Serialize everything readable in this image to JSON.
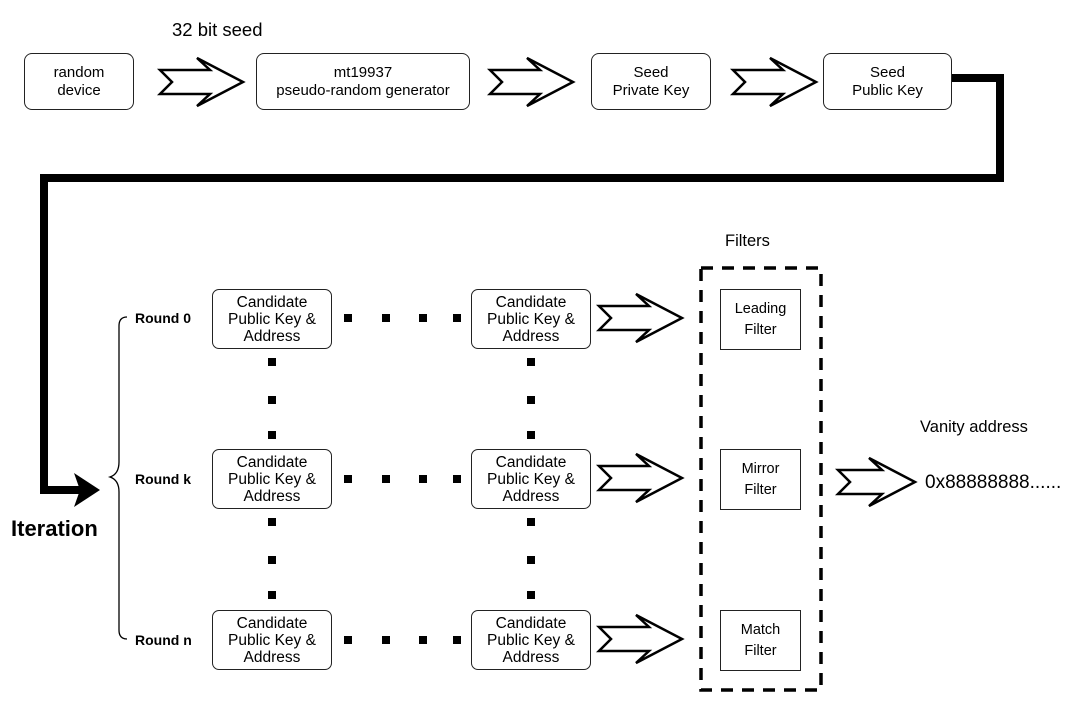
{
  "top_row": {
    "seed_label": "32 bit seed",
    "random_device": "random\ndevice",
    "generator": "mt19937\npseudo-random generator",
    "private_key": "Seed\nPrivate Key",
    "public_key": "Seed\nPublic Key"
  },
  "iteration": {
    "label": "Iteration",
    "rounds": [
      "Round 0",
      "Round k",
      "Round n"
    ],
    "candidate_label": "Candidate\nPublic Key &\nAddress"
  },
  "filters": {
    "title": "Filters",
    "items": [
      "Leading\nFilter",
      "Mirror\nFilter",
      "Match\nFilter"
    ]
  },
  "output": {
    "title": "Vanity address",
    "value": "0x88888888......"
  }
}
